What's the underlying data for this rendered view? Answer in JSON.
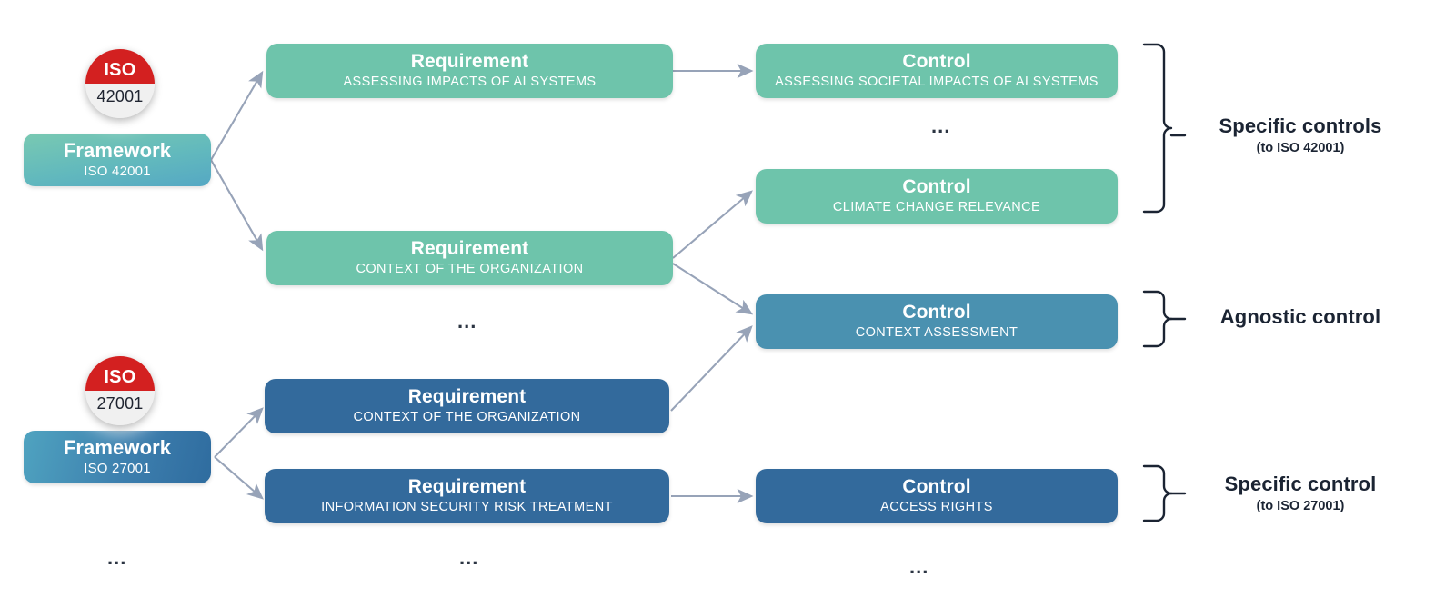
{
  "diagram": {
    "title": "ISO framework requirement to control mapping",
    "colors": {
      "green": "#6ec4ab",
      "blue": "#336a9c",
      "mid_blue": "#4a91b0",
      "badge_red": "#d32020",
      "arrow": "#97a3b8",
      "brace": "#1b2433",
      "text_dark": "#1b2433"
    },
    "frameworks": [
      {
        "badge_top": "ISO",
        "badge_number": "42001",
        "title": "Framework",
        "subtitle": "ISO 42001"
      },
      {
        "badge_top": "ISO",
        "badge_number": "27001",
        "title": "Framework",
        "subtitle": "ISO 27001"
      }
    ],
    "requirements": [
      {
        "title": "Requirement",
        "subtitle": "ASSESSING IMPACTS OF AI SYSTEMS",
        "color": "green"
      },
      {
        "title": "Requirement",
        "subtitle": "CONTEXT OF THE ORGANIZATION",
        "color": "green"
      },
      {
        "title": "Requirement",
        "subtitle": "CONTEXT OF THE ORGANIZATION",
        "color": "blue"
      },
      {
        "title": "Requirement",
        "subtitle": "INFORMATION SECURITY RISK TREATMENT",
        "color": "blue"
      }
    ],
    "controls": [
      {
        "title": "Control",
        "subtitle": "ASSESSING SOCIETAL IMPACTS OF AI SYSTEMS",
        "color": "green"
      },
      {
        "title": "Control",
        "subtitle": "CLIMATE CHANGE RELEVANCE",
        "color": "green"
      },
      {
        "title": "Control",
        "subtitle": "CONTEXT ASSESSMENT",
        "color": "mid_blue"
      },
      {
        "title": "Control",
        "subtitle": "ACCESS RIGHTS",
        "color": "blue"
      }
    ],
    "group_labels": [
      {
        "lead": "Specific controls",
        "note": "(to ISO 42001)"
      },
      {
        "lead": "Agnostic control",
        "note": ""
      },
      {
        "lead": "Specific control",
        "note": "(to ISO 27001)"
      }
    ],
    "ellipses": [
      {
        "id": "controls-gap",
        "text": "..."
      },
      {
        "id": "requirements-gap",
        "text": "..."
      },
      {
        "id": "frameworks-more",
        "text": "..."
      },
      {
        "id": "requirements-more",
        "text": "..."
      },
      {
        "id": "controls-more",
        "text": "..."
      }
    ]
  }
}
